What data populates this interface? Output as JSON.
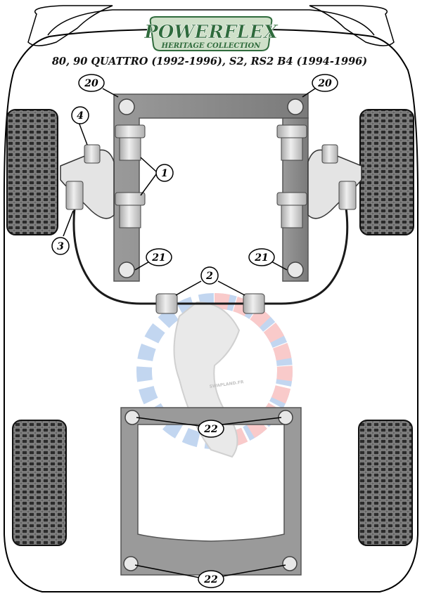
{
  "logo": {
    "brand": "POWERFLEX",
    "sub": "HERITAGE COLLECTION"
  },
  "title": "80, 90 QUATTRO (1992-1996), S2, RS2 B4 (1994-1996)",
  "callouts": [
    {
      "label": "20"
    },
    {
      "label": "20"
    },
    {
      "label": "4"
    },
    {
      "label": "1"
    },
    {
      "label": "3"
    },
    {
      "label": "21"
    },
    {
      "label": "21"
    },
    {
      "label": "2"
    },
    {
      "label": "22"
    },
    {
      "label": "22"
    }
  ],
  "watermark": {
    "text": "SWAPLAND.FR"
  },
  "colors": {
    "logo_green": "#2f6b3c",
    "logo_light": "#cfe0c9",
    "subframe": "#8a8a8a",
    "bushing": "#d9d9d9",
    "tyre": "#2e2e2e"
  }
}
